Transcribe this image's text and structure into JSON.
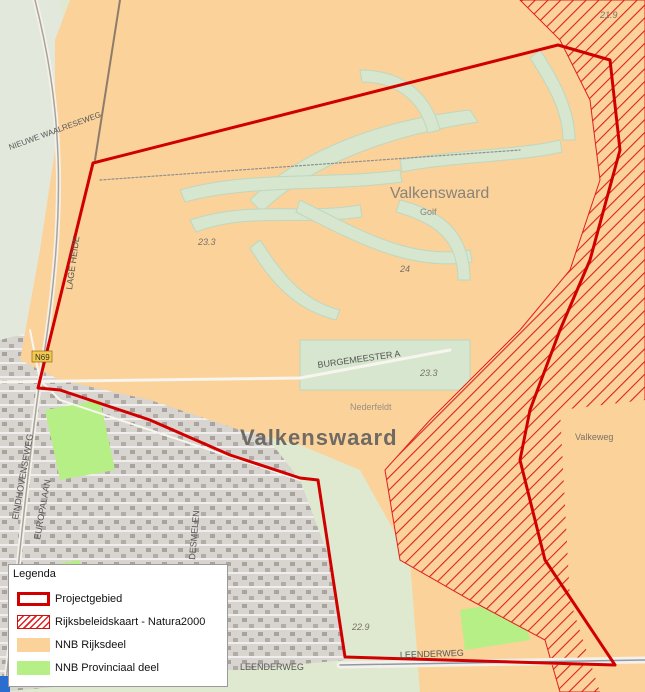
{
  "map": {
    "place_labels": {
      "valkenswaard_main": "Valkenswaard",
      "valkenswaard_golf": "Valkenswaard",
      "valkeweg": "Valkeweg",
      "golf": "Golf",
      "hoogstraat": "Nederfeldt"
    },
    "street_labels": {
      "eindhovenseweg": "EINDHOVENSEWEG",
      "europalaan": "EUROPALAAN",
      "leenderweg_left": "LEENDERWEG",
      "leenderweg_right": "LEENDERWEG",
      "burgemeester": "BURGEMEESTER A",
      "lage_heide": "LAGE HEIDE",
      "nieuwe_waalre": "NIEUWE WAALRESEWEG",
      "desmelen": "DESMELEN",
      "n69": "N69"
    },
    "elevation_labels": {
      "e1": "21.9",
      "e2": "23.3",
      "e3": "24",
      "e4": "23.3",
      "e5": "22.9"
    },
    "colors": {
      "rijksdeel": "#fbd29a",
      "provinciaal": "#b5ef85",
      "natura2000": "#e02020",
      "projectgebied": "#d10000",
      "base_green": "#dfe9cf",
      "urban": "#c9c9c9"
    }
  },
  "legend": {
    "title": "Legenda",
    "items": [
      {
        "label": "Projectgebied",
        "icon": "red-outline-box"
      },
      {
        "label": "Rijksbeleidskaart - Natura2000",
        "icon": "red-hatch-box"
      },
      {
        "label": "NNB Rijksdeel",
        "icon": "orange-fill-box"
      },
      {
        "label": "NNB Provinciaal deel",
        "icon": "green-fill-box"
      }
    ]
  }
}
